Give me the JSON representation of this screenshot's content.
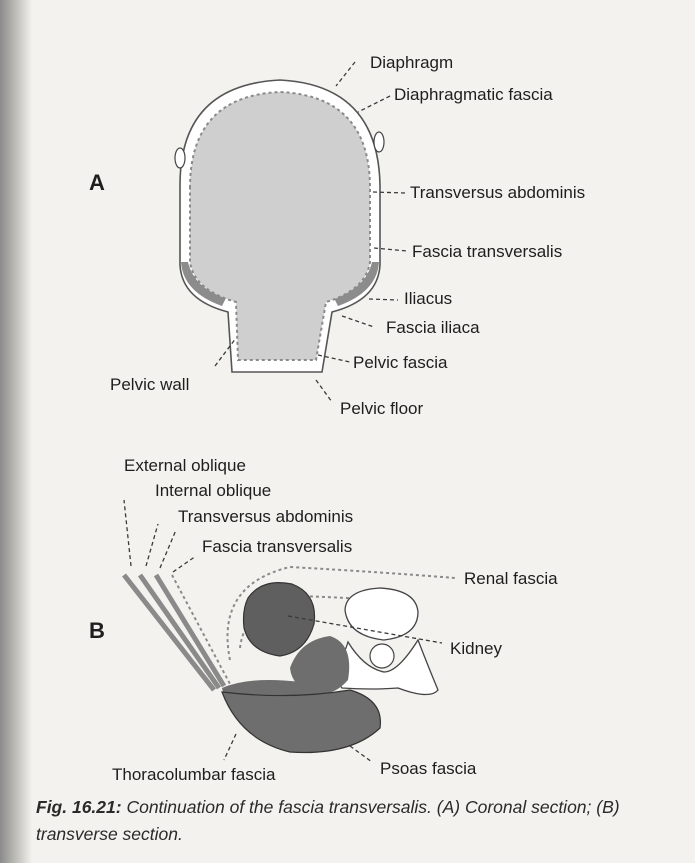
{
  "panel_a": {
    "letter": "A",
    "labels": {
      "diaphragm": "Diaphragm",
      "diaphragmatic_fascia": "Diaphragmatic fascia",
      "transversus_abdominis": "Transversus abdominis",
      "fascia_transversalis": "Fascia transversalis",
      "iliacus": "Iliacus",
      "fascia_iliaca": "Fascia iliaca",
      "pelvic_fascia": "Pelvic fascia",
      "pelvic_wall": "Pelvic wall",
      "pelvic_floor": "Pelvic floor"
    }
  },
  "panel_b": {
    "letter": "B",
    "labels": {
      "external_oblique": "External oblique",
      "internal_oblique": "Internal oblique",
      "transversus_abdominis": "Transversus abdominis",
      "fascia_transversalis": "Fascia transversalis",
      "renal_fascia": "Renal fascia",
      "kidney": "Kidney",
      "thoracolumbar_fascia": "Thoracolumbar fascia",
      "psoas_fascia": "Psoas fascia"
    }
  },
  "caption": {
    "number": "Fig. 16.21:",
    "text": " Continuation of the fascia transversalis. (A) Coronal section; (B) transverse section."
  },
  "colors": {
    "muscle": "#8c8c8c",
    "cavity": "#cfcfcf",
    "dark_muscle": "#6e6e6e",
    "kidney": "#5f5f5f"
  }
}
